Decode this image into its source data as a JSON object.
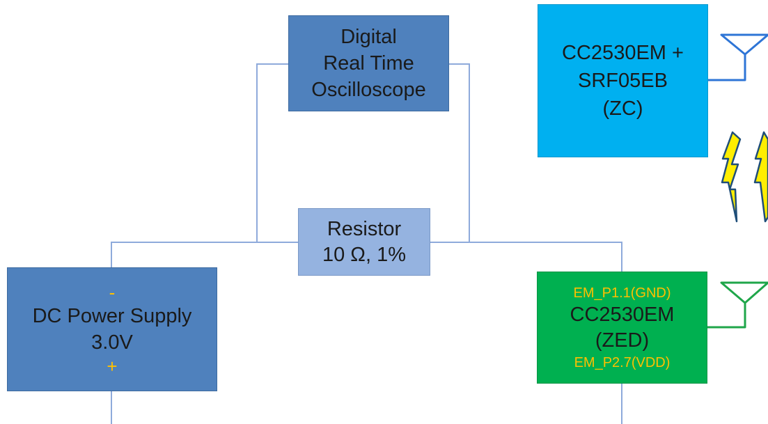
{
  "oscilloscope": {
    "lines": [
      "Digital",
      "Real Time",
      "Oscilloscope"
    ]
  },
  "resistor": {
    "lines": [
      "Resistor",
      "10 Ω, 1%"
    ]
  },
  "power_supply": {
    "minus": "-",
    "lines": [
      "DC Power Supply",
      "3.0V"
    ],
    "plus": "+"
  },
  "coordinator": {
    "lines": [
      "CC2530EM +",
      "SRF05EB",
      "(ZC)"
    ]
  },
  "end_device": {
    "pin_top": "EM_P1.1(GND)",
    "lines": [
      "CC2530EM",
      "(ZED)"
    ],
    "pin_bottom": "EM_P2.7(VDD)"
  },
  "colors": {
    "wire": "#8eaadb",
    "antenna_zc": "#2e75d6",
    "antenna_zed": "#1fa64a",
    "bolt_fill": "#ffee00",
    "bolt_stroke": "#1f4e79",
    "pin_text": "#ffc000"
  },
  "icons": [
    "antenna-icon",
    "lightning-bolt-icon"
  ]
}
